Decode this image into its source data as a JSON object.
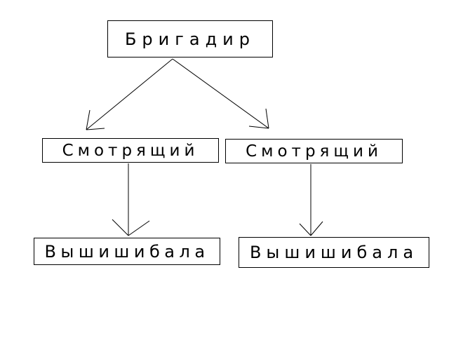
{
  "diagram": {
    "root": {
      "label": "Бригадир"
    },
    "supervisors": [
      {
        "label": "Смотрящий"
      },
      {
        "label": "Смотрящий"
      }
    ],
    "workers": [
      {
        "label": "Вышишибала"
      },
      {
        "label": "Вышишибала"
      }
    ],
    "edges": [
      {
        "from": "Бригадир",
        "to": "Смотрящий (left)"
      },
      {
        "from": "Бригадир",
        "to": "Смотрящий (right)"
      },
      {
        "from": "Смотрящий (left)",
        "to": "Вышишибала (left)"
      },
      {
        "from": "Смотрящий (right)",
        "to": "Вышишибала (right)"
      }
    ],
    "colors": {
      "background": "#ffffff",
      "stroke": "#000000",
      "text": "#000000"
    }
  }
}
